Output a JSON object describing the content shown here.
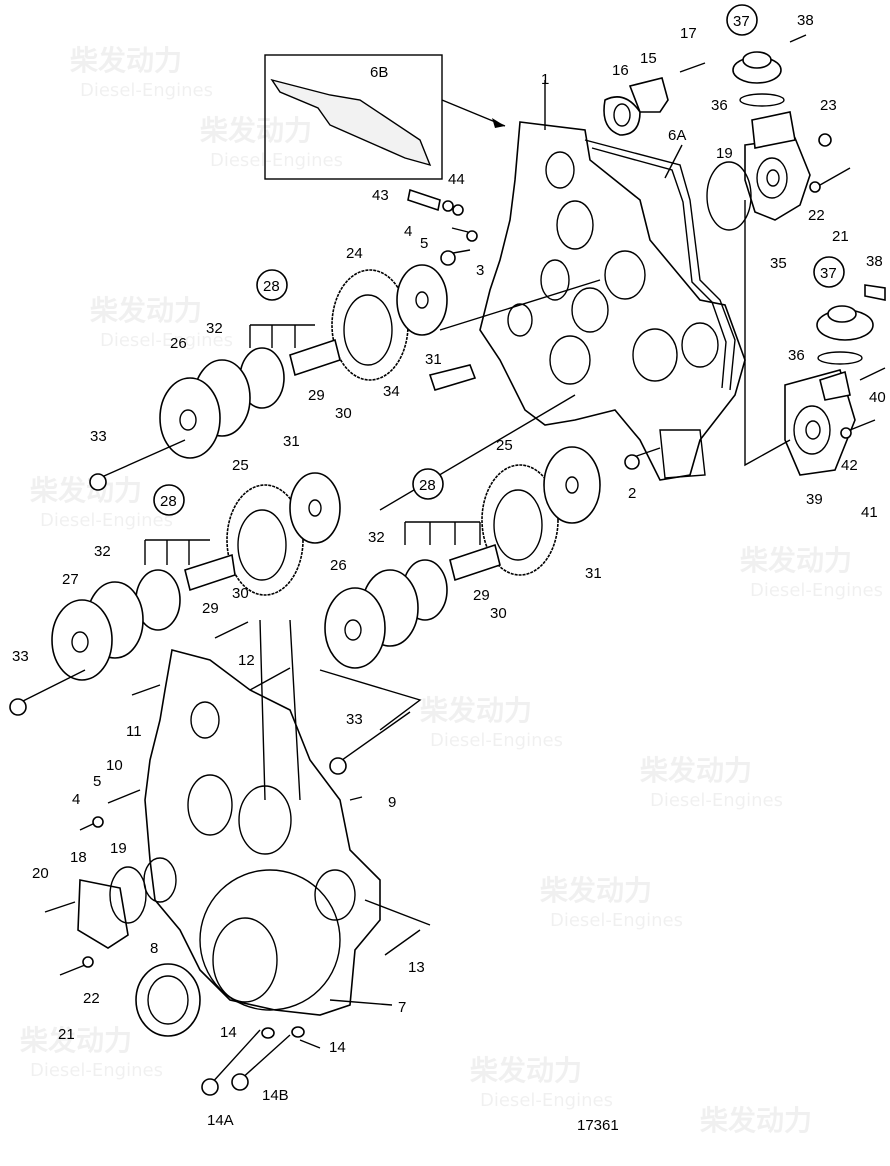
{
  "drawing_id": "17361",
  "detail_label": "6B",
  "watermark": {
    "cn": "柴发动力",
    "en": "Diesel-Engines"
  },
  "parts": [
    {
      "key": "p1",
      "text": "1"
    },
    {
      "key": "p2",
      "text": "2"
    },
    {
      "key": "p3",
      "text": "3"
    },
    {
      "key": "p4a",
      "text": "4"
    },
    {
      "key": "p4b",
      "text": "4"
    },
    {
      "key": "p5a",
      "text": "5"
    },
    {
      "key": "p5b",
      "text": "5"
    },
    {
      "key": "p6a",
      "text": "6A"
    },
    {
      "key": "p6b",
      "text": "6B"
    },
    {
      "key": "p7",
      "text": "7"
    },
    {
      "key": "p8",
      "text": "8"
    },
    {
      "key": "p9",
      "text": "9"
    },
    {
      "key": "p10",
      "text": "10"
    },
    {
      "key": "p11",
      "text": "11"
    },
    {
      "key": "p12",
      "text": "12"
    },
    {
      "key": "p13",
      "text": "13"
    },
    {
      "key": "p14a",
      "text": "14"
    },
    {
      "key": "p14b",
      "text": "14"
    },
    {
      "key": "p14A",
      "text": "14A"
    },
    {
      "key": "p14B",
      "text": "14B"
    },
    {
      "key": "p15",
      "text": "15"
    },
    {
      "key": "p16",
      "text": "16"
    },
    {
      "key": "p17",
      "text": "17"
    },
    {
      "key": "p18",
      "text": "18"
    },
    {
      "key": "p19a",
      "text": "19"
    },
    {
      "key": "p19b",
      "text": "19"
    },
    {
      "key": "p20",
      "text": "20"
    },
    {
      "key": "p21a",
      "text": "21"
    },
    {
      "key": "p21b",
      "text": "21"
    },
    {
      "key": "p22a",
      "text": "22"
    },
    {
      "key": "p22b",
      "text": "22"
    },
    {
      "key": "p23",
      "text": "23"
    },
    {
      "key": "p24",
      "text": "24"
    },
    {
      "key": "p25a",
      "text": "25"
    },
    {
      "key": "p25b",
      "text": "25"
    },
    {
      "key": "p26a",
      "text": "26"
    },
    {
      "key": "p26b",
      "text": "26"
    },
    {
      "key": "p27",
      "text": "27"
    },
    {
      "key": "p28a",
      "text": "28"
    },
    {
      "key": "p28b",
      "text": "28"
    },
    {
      "key": "p28c",
      "text": "28"
    },
    {
      "key": "p29a",
      "text": "29"
    },
    {
      "key": "p29b",
      "text": "29"
    },
    {
      "key": "p29c",
      "text": "29"
    },
    {
      "key": "p30a",
      "text": "30"
    },
    {
      "key": "p30b",
      "text": "30"
    },
    {
      "key": "p30c",
      "text": "30"
    },
    {
      "key": "p31a",
      "text": "31"
    },
    {
      "key": "p31b",
      "text": "31"
    },
    {
      "key": "p31c",
      "text": "31"
    },
    {
      "key": "p32a",
      "text": "32"
    },
    {
      "key": "p32b",
      "text": "32"
    },
    {
      "key": "p32c",
      "text": "32"
    },
    {
      "key": "p33a",
      "text": "33"
    },
    {
      "key": "p33b",
      "text": "33"
    },
    {
      "key": "p33c",
      "text": "33"
    },
    {
      "key": "p34",
      "text": "34"
    },
    {
      "key": "p35",
      "text": "35"
    },
    {
      "key": "p36a",
      "text": "36"
    },
    {
      "key": "p36b",
      "text": "36"
    },
    {
      "key": "p37a",
      "text": "37"
    },
    {
      "key": "p37b",
      "text": "37"
    },
    {
      "key": "p38a",
      "text": "38"
    },
    {
      "key": "p38b",
      "text": "38"
    },
    {
      "key": "p39",
      "text": "39"
    },
    {
      "key": "p40",
      "text": "40"
    },
    {
      "key": "p41",
      "text": "41"
    },
    {
      "key": "p42",
      "text": "42"
    },
    {
      "key": "p43",
      "text": "43"
    },
    {
      "key": "p44",
      "text": "44"
    }
  ]
}
